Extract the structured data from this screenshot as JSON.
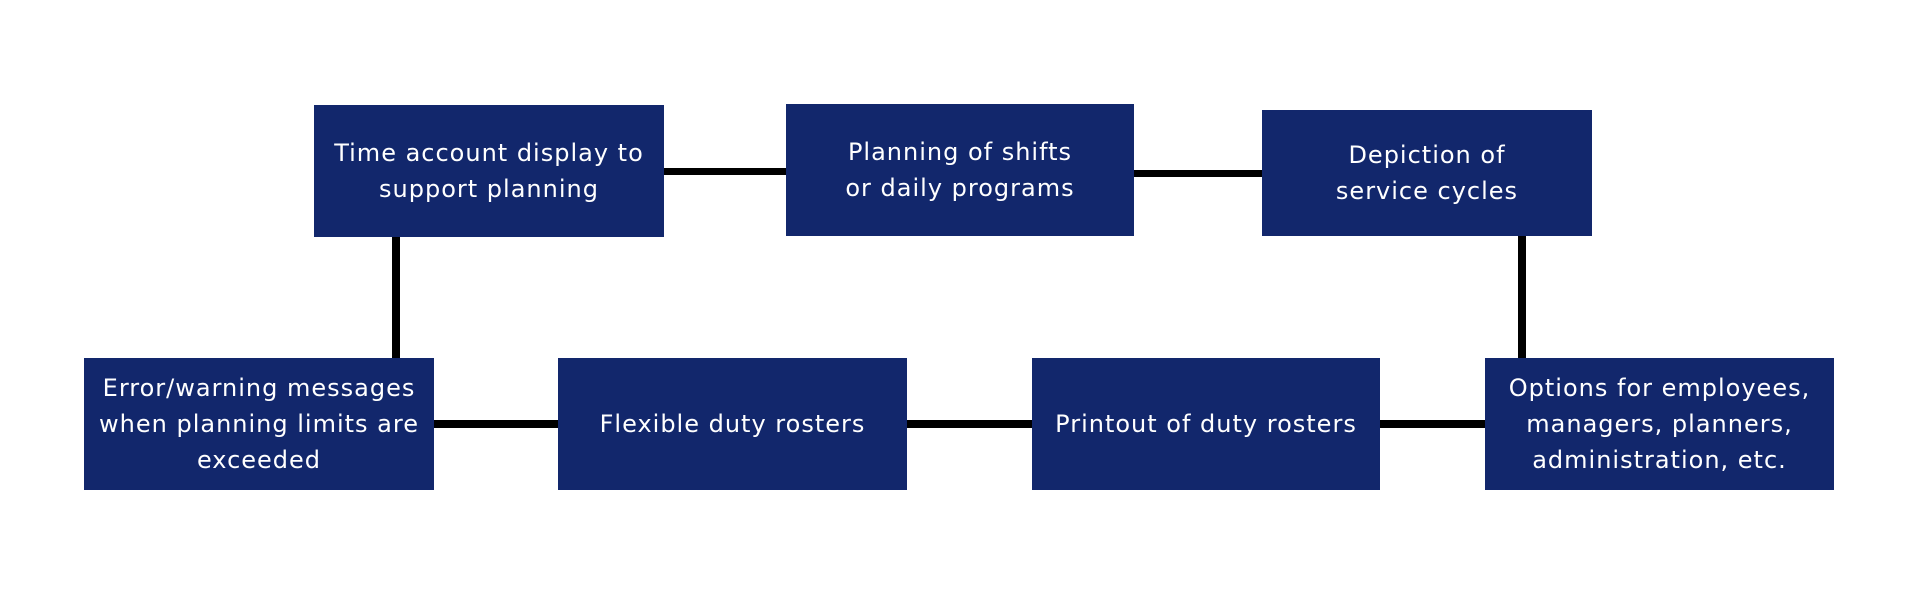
{
  "colors": {
    "box_fill": "#12276C",
    "box_text": "#FFFFFF",
    "connector": "#000000",
    "background": "#FFFFFF"
  },
  "diagram": {
    "nodes": {
      "time_account": "Time account display to\nsupport planning",
      "planning_shifts": "Planning of shifts\nor daily programs",
      "service_cycles": "Depiction of\nservice cycles",
      "error_warning": "Error/warning messages\nwhen planning limits are\nexceeded",
      "flexible_rosters": "Flexible duty rosters",
      "printout_rosters": "Printout of duty rosters",
      "options_roles": "Options for employees,\nmanagers, planners,\nadministration, etc."
    }
  }
}
